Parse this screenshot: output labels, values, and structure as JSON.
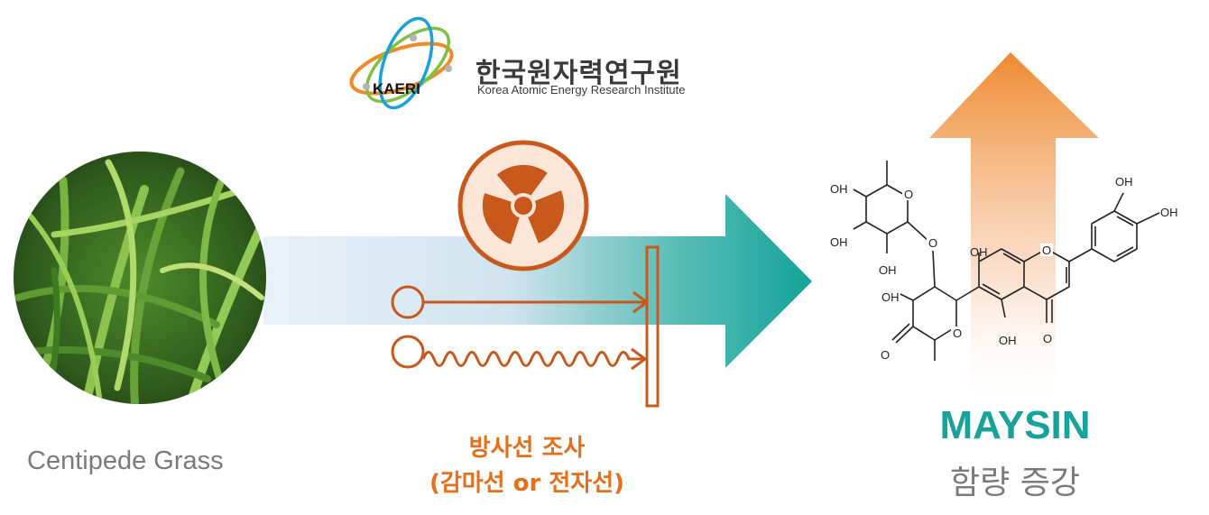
{
  "logo": {
    "abbr": "KAERI",
    "name_kr": "한국원자력연구원",
    "name_en": "Korea Atomic Energy Research Institute"
  },
  "source": {
    "label": "Centipede Grass"
  },
  "treatment": {
    "label_line1": "방사선 조사",
    "label_line2": "(감마선 or 전자선)"
  },
  "result": {
    "compound": "MAYSIN",
    "effect": "함량 증강"
  },
  "molecule": {
    "atoms": [
      "OH",
      "OH",
      "OH",
      "O",
      "O",
      "O",
      "OH",
      "OH",
      "OH",
      "O",
      "O",
      "OH",
      "O",
      "OH",
      "OH"
    ]
  },
  "colors": {
    "orange": "#c8581b",
    "orange_label": "#e56f1a",
    "teal": "#17a39b",
    "grey_text": "#7a7a7a"
  }
}
